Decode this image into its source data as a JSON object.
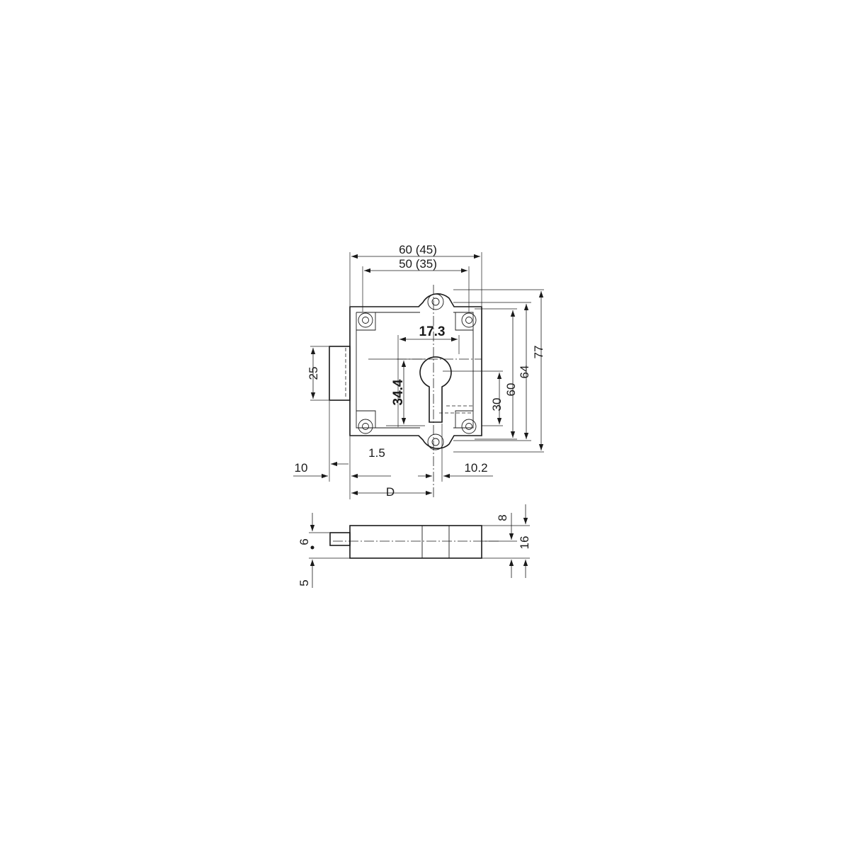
{
  "front_view": {
    "dims": {
      "overall_width": "60 (45)",
      "screw_spacing_width": "50 (35)",
      "profile_cutout_width": "17.3",
      "profile_cutout_height": "34.4",
      "bolt_height": "25",
      "cutout_offset": "30",
      "screw_spacing_height": "60",
      "body_height": "64",
      "overall_height": "77",
      "bolt_projection": "10",
      "edge_offset": "1.5",
      "right_offset": "10.2",
      "backset": "D"
    }
  },
  "side_view": {
    "dims": {
      "bolt_thickness": "6",
      "bolt_offset": "5",
      "top_offset": "8",
      "body_depth": "16"
    }
  }
}
